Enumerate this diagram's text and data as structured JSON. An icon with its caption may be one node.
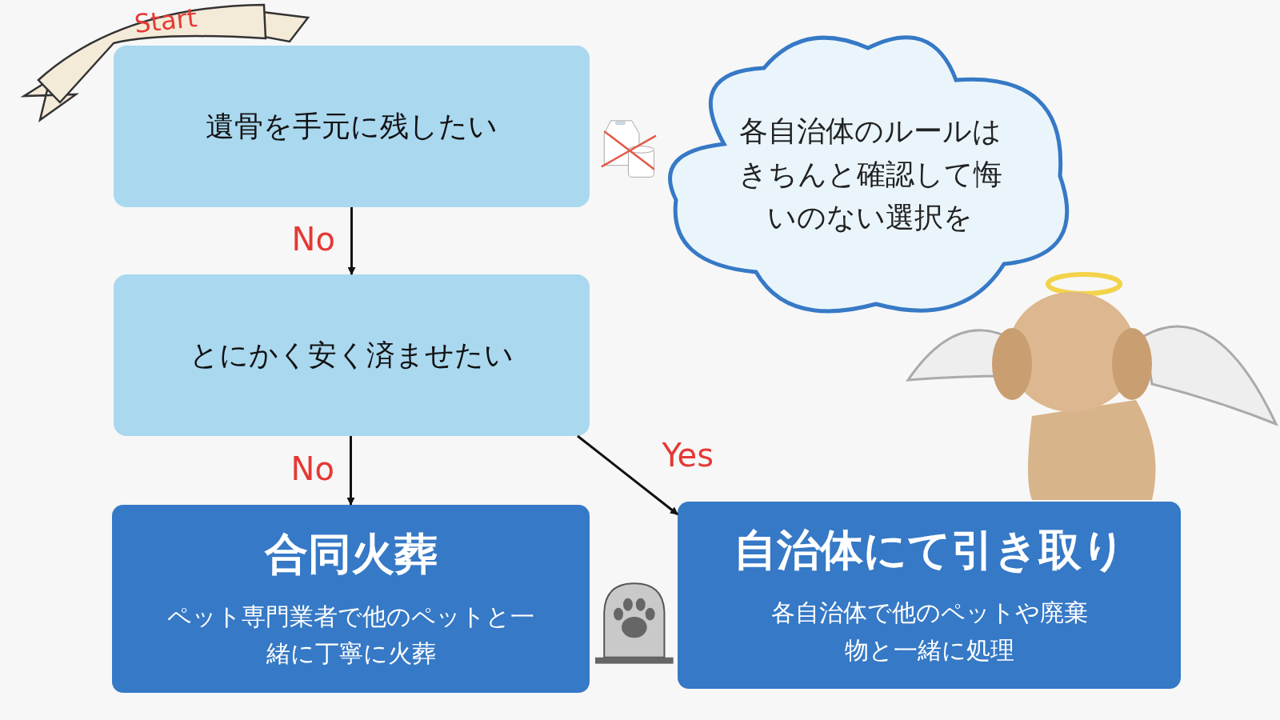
{
  "diagram": {
    "nodes": [
      {
        "text": [
          "遺骨を手元に残したい"
        ]
      },
      {
        "text": [
          "とにかく安く済ませたい"
        ]
      },
      {
        "text": [
          "合同火葬",
          "ペット専門業者で他のペットと一緒に丁寧に火葬"
        ]
      },
      {
        "text": [
          "自治体にて引き取り",
          "各自治体で他のペットや廃棄物と一緒に処理"
        ]
      },
      {
        "text": [
          "各自治体のルールはきちんと確認して悔いのない選択を"
        ]
      }
    ],
    "edges": [
      {
        "from": 0,
        "to": 1,
        "arrow": "to",
        "label": "No"
      },
      {
        "from": 1,
        "to": 2,
        "arrow": "to",
        "label": "No"
      },
      {
        "from": 1,
        "to": 3,
        "arrow": "to",
        "label": "Yes"
      }
    ],
    "labels": [
      "Start"
    ]
  }
}
